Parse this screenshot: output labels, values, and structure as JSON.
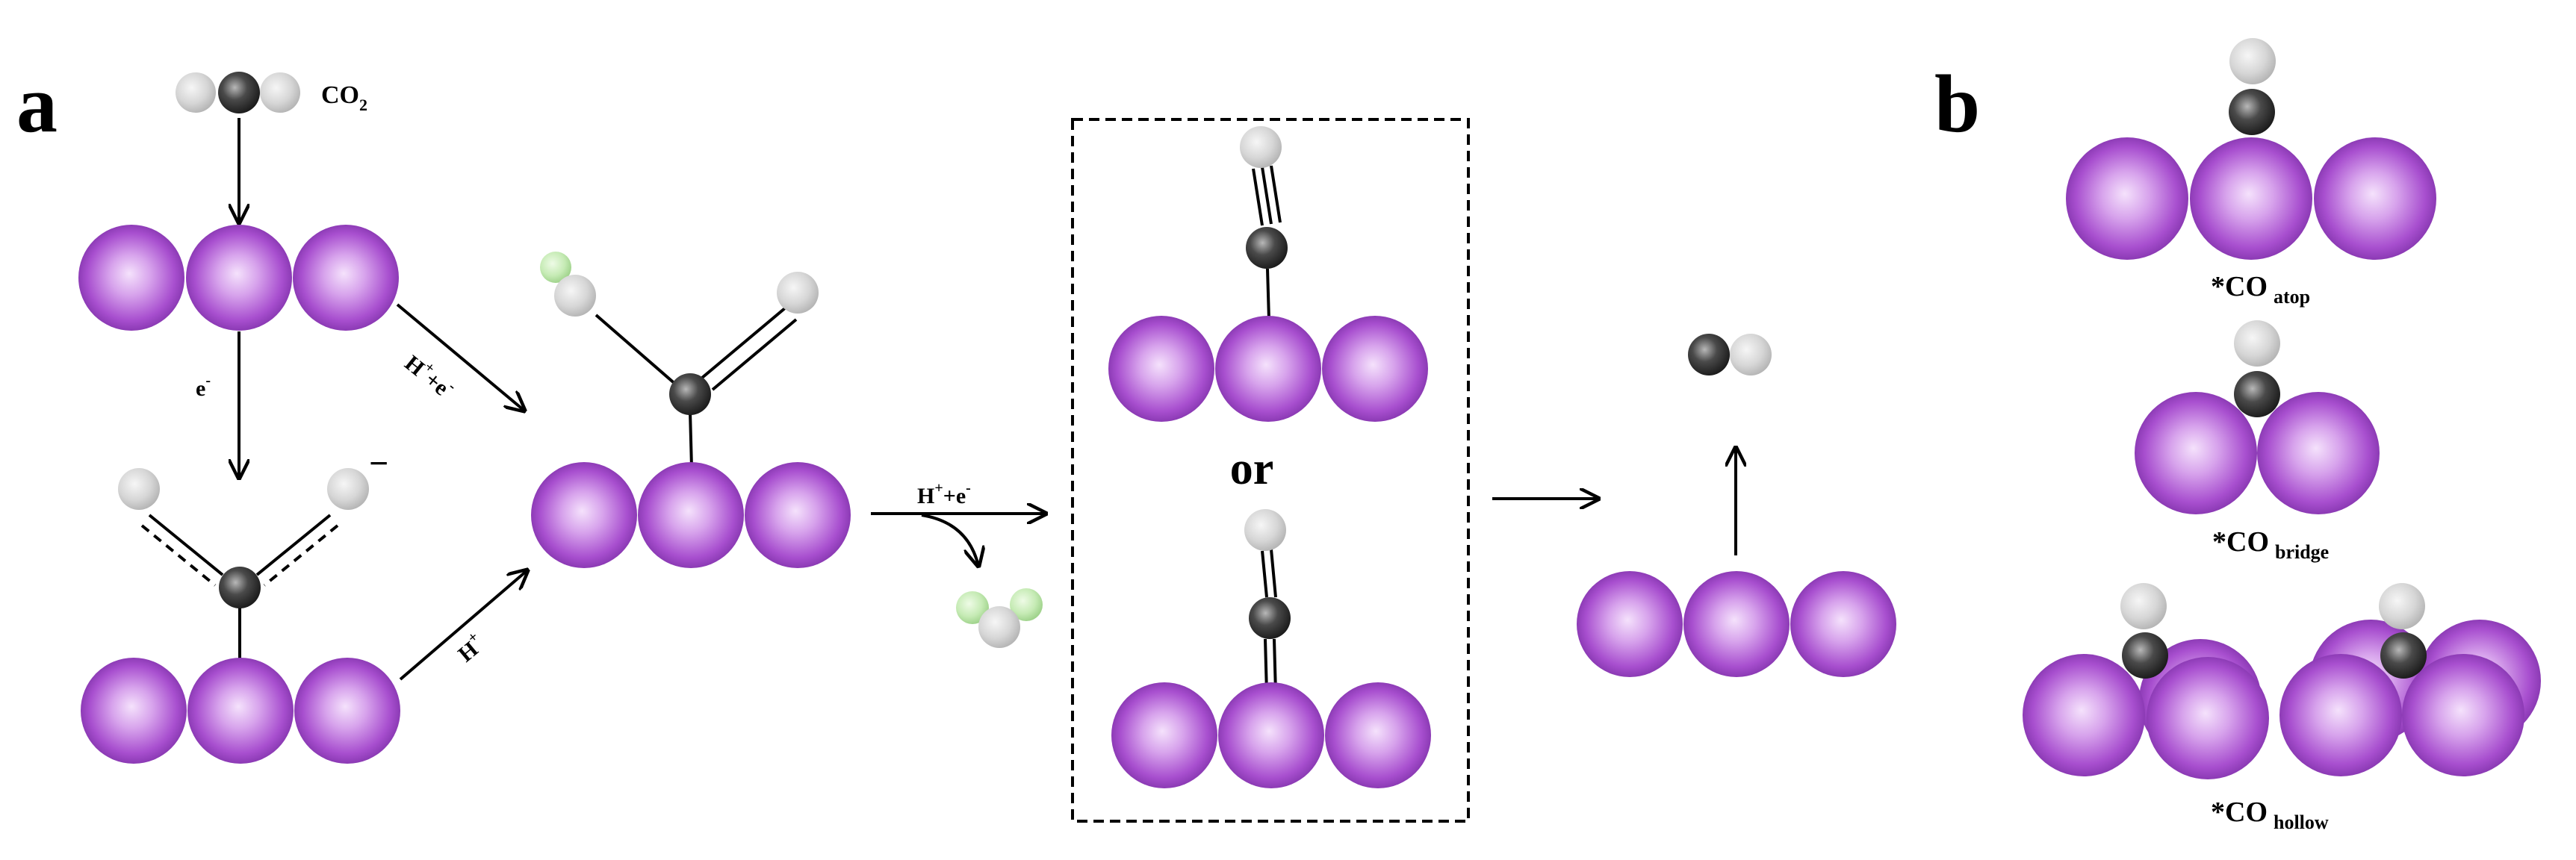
{
  "panels": {
    "a": "a",
    "b": "b"
  },
  "molecules": {
    "co2_label_main": "CO",
    "co2_label_sub": "2"
  },
  "steps": {
    "electron": "e",
    "electron_sup": "-",
    "proton_electron_1": "H",
    "proton_electron_1_sup": "+",
    "proton_electron_1_tail": "+e",
    "proton_electron_1_tail_sup": "-",
    "proton": "H",
    "proton_sup": "+",
    "proton_electron_2": "H",
    "proton_electron_2_sup": "+",
    "proton_electron_2_tail": "+e",
    "proton_electron_2_tail_sup": "-",
    "charge": "−",
    "or_text": "or"
  },
  "adsorption_sites": [
    {
      "main": "*CO",
      "sub": "atop"
    },
    {
      "main": "*CO",
      "sub": "bridge"
    },
    {
      "main": "*CO",
      "sub": "hollow"
    }
  ],
  "colors": {
    "metal": "#a24bc9",
    "metal_light": "#f1d8fb",
    "carbon": "#3a3a3a",
    "oxygen": "#c9c9c9",
    "hydrogen": "#b9e6a8"
  }
}
